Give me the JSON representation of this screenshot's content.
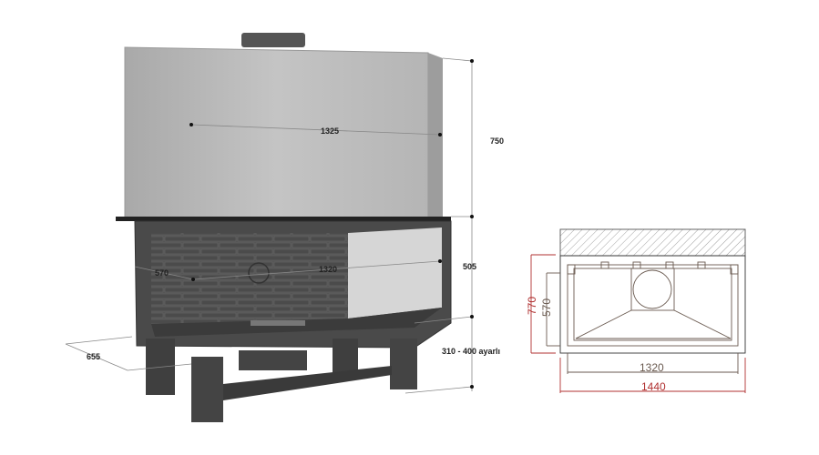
{
  "perspective_view": {
    "dimensions": {
      "hood_width": "1325",
      "hood_height": "750",
      "firebox_height": "505",
      "firebox_depth": "570",
      "firebox_width": "1320",
      "overall_depth": "655",
      "leg_height": "310 - 400 ayarlı"
    }
  },
  "plan_view": {
    "dimensions": {
      "outer_depth": "770",
      "inner_depth": "570",
      "inner_width": "1320",
      "outer_width": "1440"
    },
    "colors": {
      "line": "#6a5a50",
      "outer_dim": "#b03030"
    }
  }
}
